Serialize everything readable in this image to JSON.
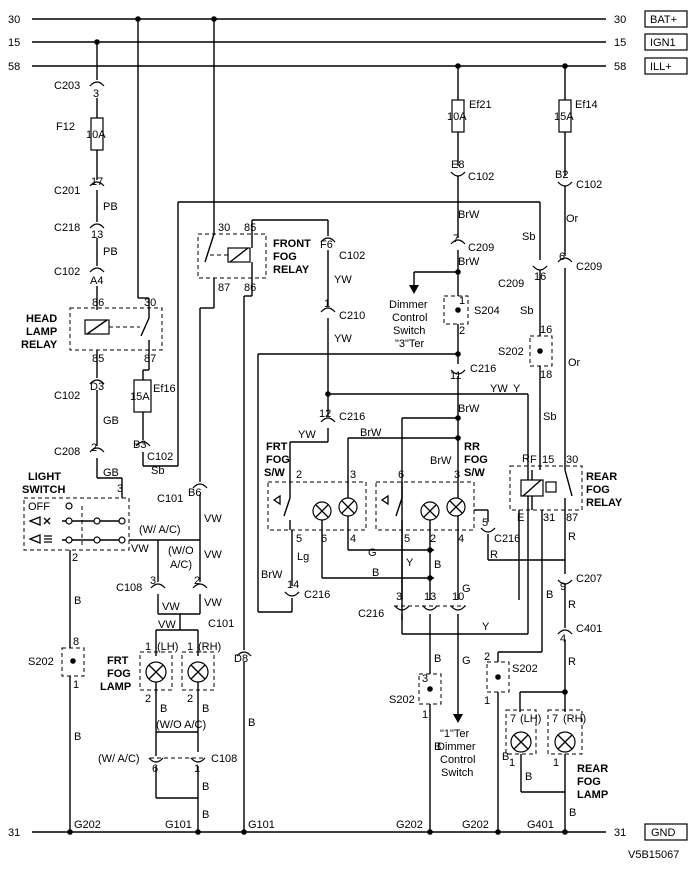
{
  "rails": {
    "bat_num_l": "30",
    "bat_num_r": "30",
    "bat_label": "BAT+",
    "ign_num_l": "15",
    "ign_num_r": "15",
    "ign_label": "IGN1",
    "ill_num_l": "58",
    "ill_num_r": "58",
    "ill_label": "ILL+",
    "gnd_num_l": "31",
    "gnd_num_r": "31",
    "gnd_label": "GND"
  },
  "fuses": {
    "f12": "F12",
    "f12_amp": "10A",
    "ef21": "Ef21",
    "ef21_amp": "10A",
    "ef14": "Ef14",
    "ef14_amp": "15A",
    "ef16": "Ef16",
    "ef16_amp": "15A"
  },
  "connectors": {
    "c203": "C203",
    "c203_pin": "3",
    "c201": "C201",
    "c201_pin": "17",
    "c218": "C218",
    "c218_pin": "13",
    "c102_a4": "C102",
    "c102_a4_pin": "A4",
    "c102_d3": "C102",
    "c102_d3_pin": "D3",
    "c208": "C208",
    "c208_pin": "2",
    "c102_b3": "C102",
    "c102_b3_pin": "B3",
    "c101_b6": "C101",
    "c101_b6_pin": "B6",
    "c102_f6": "C102",
    "c102_f6_pin": "F6",
    "c210": "C210",
    "c210_pin": "1",
    "c216_12": "C216",
    "c216_12_pin": "12",
    "c102_e8": "C102",
    "c102_e8_pin": "E8",
    "c209_7": "C209",
    "c209_7_pin": "7",
    "c216_11": "C216",
    "c216_11_pin": "11",
    "c102_b2": "C102",
    "c102_b2_pin": "B2",
    "c209_6": "C209",
    "c209_6_pin": "6",
    "c209_16": "C209",
    "c209_16_pin": "16",
    "c216_5": "C216",
    "c216_5_pin": "5",
    "c216_14": "C216",
    "c216_14_pin": "14",
    "c216_row": "C216",
    "c216_p3": "3",
    "c216_p13": "13",
    "c216_p10": "10",
    "c207": "C207",
    "c207_pin": "9",
    "c401": "C401",
    "c401_pin": "4",
    "c108_top": "C108",
    "c108_top_p3": "3",
    "c108_top_p2": "2",
    "c101_lamp": "C101",
    "c108_bot": "C108",
    "c108_bot_p6": "6",
    "c108_bot_p1": "1",
    "d8": "D8"
  },
  "splices": {
    "s204": "S204",
    "s204_p1": "1",
    "s204_p2": "2",
    "s202_a": "S202",
    "s202_a_p16": "16",
    "s202_a_p18": "18",
    "s202_b": "S202",
    "s202_b_p8": "8",
    "s202_b_p1": "1",
    "s202_c": "S202",
    "s202_c_p3": "3",
    "s202_c_p1": "1",
    "s202_d": "S202",
    "s202_d_p2": "2",
    "s202_d_p1": "1"
  },
  "wires": {
    "pb1": "PB",
    "pb2": "PB",
    "gb1": "GB",
    "gb2": "GB",
    "sb_relay": "Sb",
    "yw1": "YW",
    "yw2": "YW",
    "yw3": "YW",
    "yw4": "YW",
    "brw1": "BrW",
    "brw2": "BrW",
    "brw3": "BrW",
    "brw4": "BrW",
    "brw5": "BrW",
    "brw6": "BrW",
    "sb1": "Sb",
    "sb2": "Sb",
    "sb3": "Sb",
    "or1": "Or",
    "or2": "Or",
    "vw1": "VW",
    "vw2": "VW",
    "vw3": "VW",
    "vw4": "VW",
    "vw5": "VW",
    "vw6": "VW",
    "lg": "Lg",
    "g1": "G",
    "g2": "G",
    "g3": "G",
    "b_list": [
      "B",
      "B",
      "B",
      "B",
      "B",
      "B",
      "B",
      "B",
      "B",
      "B",
      "B",
      "B",
      "B",
      "B",
      "B"
    ],
    "y1": "Y",
    "y2": "Y",
    "y3": "Y",
    "r1": "R",
    "r2": "R",
    "r3": "R",
    "r4": "R",
    "r5": "R"
  },
  "components": {
    "head_lamp_relay": [
      "HEAD",
      "LAMP",
      "RELAY"
    ],
    "hlr_pins": [
      "86",
      "30",
      "85",
      "87"
    ],
    "front_fog_relay": [
      "FRONT",
      "FOG",
      "RELAY"
    ],
    "ffr_pins": [
      "30",
      "85",
      "87",
      "86"
    ],
    "rear_fog_relay": [
      "REAR",
      "FOG",
      "RELAY"
    ],
    "rfr_pins": [
      "F",
      "15",
      "30",
      "E",
      "31",
      "87"
    ],
    "light_switch": [
      "LIGHT",
      "SWITCH"
    ],
    "ls_off": "OFF",
    "ls_pin3": "3",
    "ls_pin2": "2",
    "frt_fog_sw": [
      "FRT",
      "FOG",
      "S/W"
    ],
    "frt_sw_pins": [
      "2",
      "3",
      "5",
      "6",
      "4"
    ],
    "rr_fog_sw": [
      "RR",
      "FOG",
      "S/W"
    ],
    "rr_sw_pins": [
      "6",
      "3",
      "5",
      "2",
      "4"
    ],
    "frt_fog_lamp": [
      "FRT",
      "FOG",
      "LAMP"
    ],
    "frt_lh": "(LH)",
    "frt_rh": "(RH)",
    "frt_lamp_pins": [
      "1",
      "1",
      "2",
      "2"
    ],
    "rear_fog_lamp": [
      "REAR",
      "FOG",
      "LAMP"
    ],
    "rear_lh": "(LH)",
    "rear_rh": "(RH)",
    "rear_lamp_pins": [
      "7",
      "7",
      "1",
      "1"
    ],
    "dimmer_3ter": [
      "Dimmer",
      "Control",
      "Switch",
      "\"3\"Ter"
    ],
    "dimmer_1ter": [
      "\"1\"Ter",
      "Dimmer",
      "Control",
      "Switch"
    ]
  },
  "notes": {
    "wa_c_1": "(W/ A/C)",
    "woa_c_1": "(W/O",
    "woa_c_1b": "A/C)",
    "woa_c_2": "(W/O A/C)",
    "wa_c_2": "(W/ A/C)"
  },
  "grounds": {
    "g202_a": "G202",
    "g101_a": "G101",
    "g101_b": "G101",
    "g202_b": "G202",
    "g202_c": "G202",
    "g401": "G401"
  },
  "figure_id": "V5B15067"
}
